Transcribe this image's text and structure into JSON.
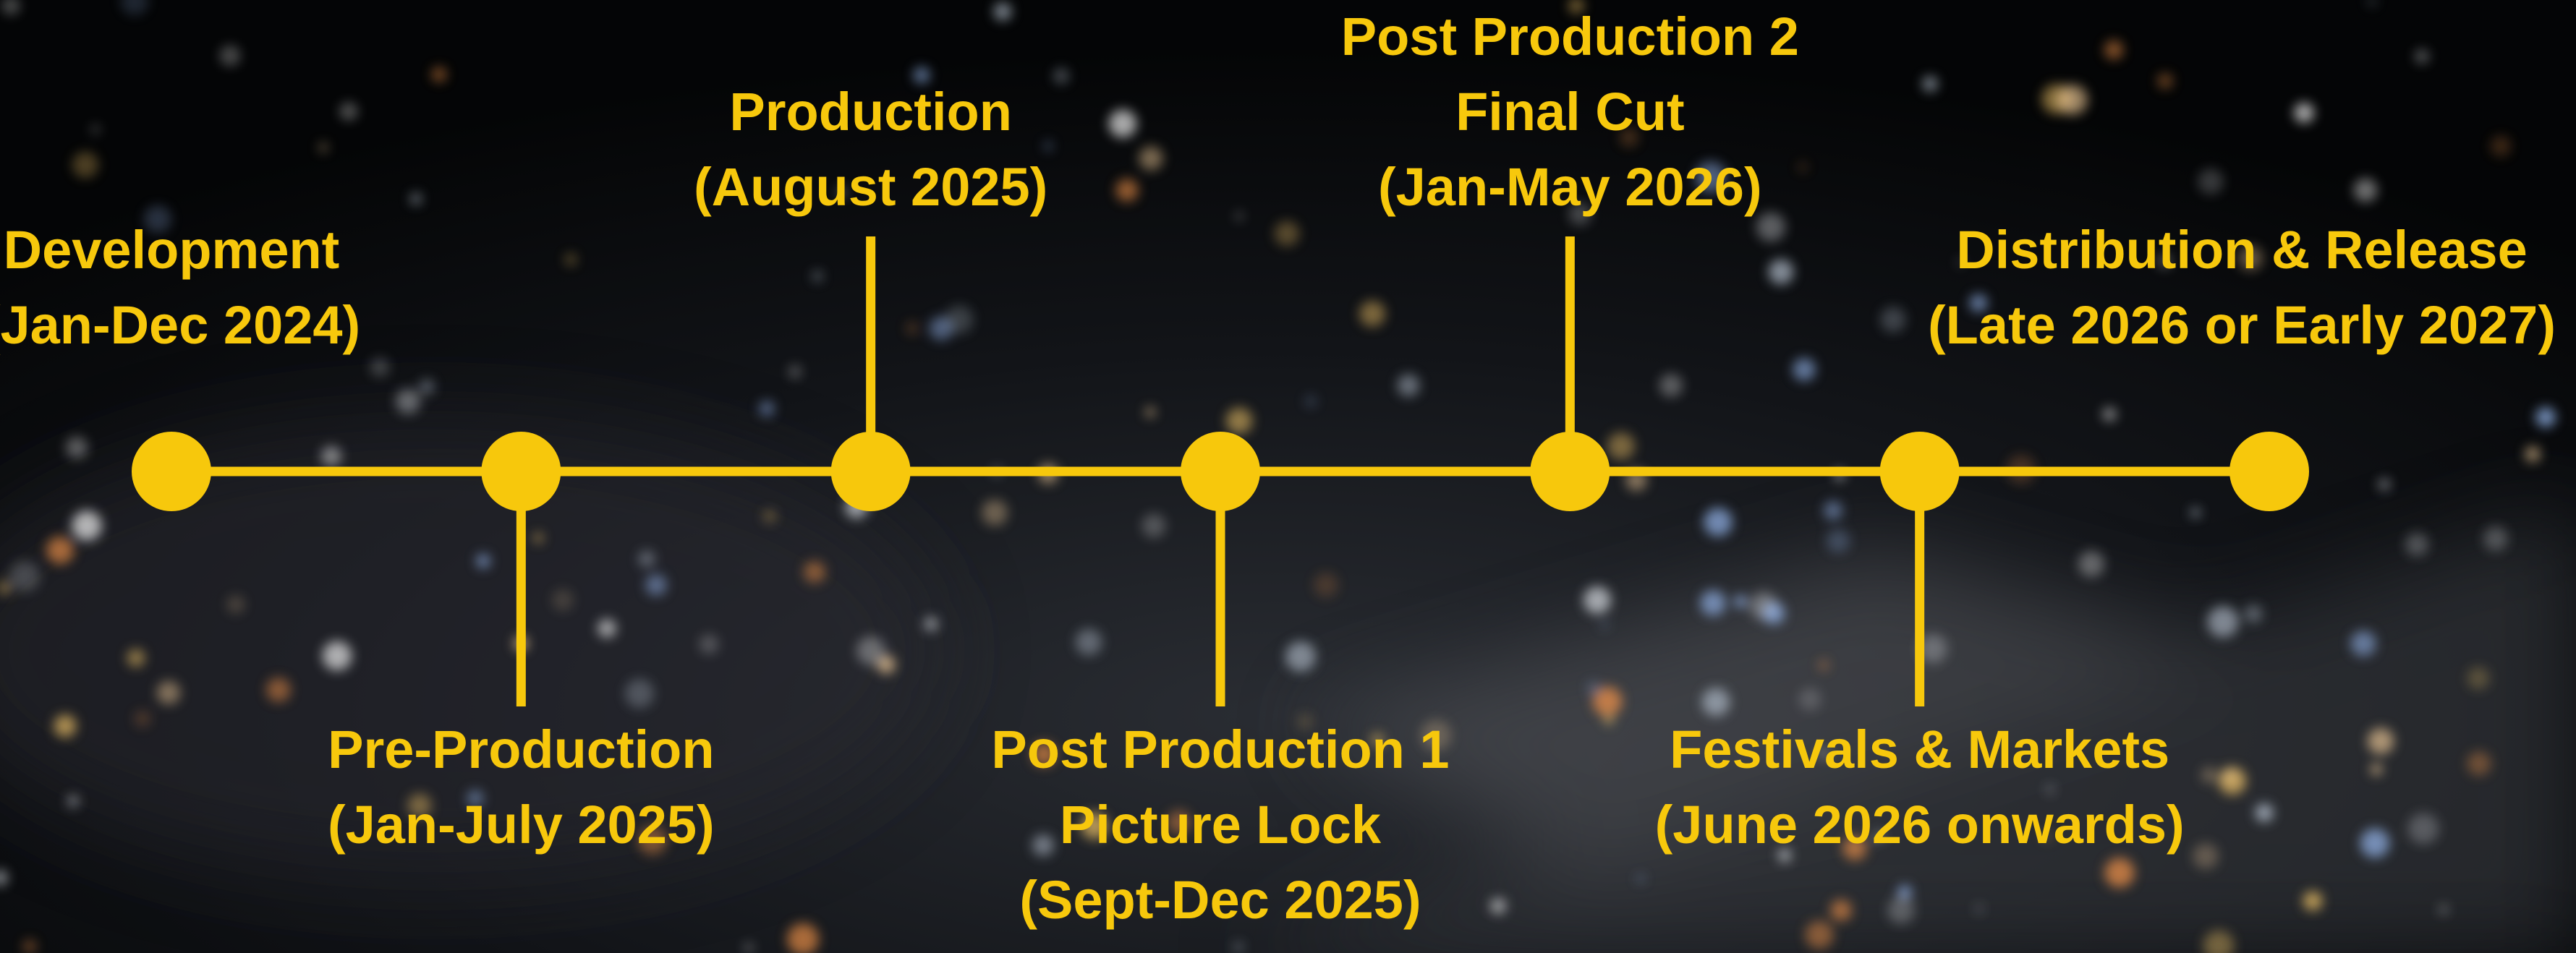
{
  "colors": {
    "accent": "#f7c80c",
    "background": "#050608"
  },
  "stages": [
    {
      "id": "development",
      "position": "above",
      "lines": [
        "Development",
        "(Jan-Dec 2024)"
      ]
    },
    {
      "id": "pre-production",
      "position": "below",
      "lines": [
        "Pre-Production",
        "(Jan-July 2025)"
      ]
    },
    {
      "id": "production",
      "position": "above",
      "lines": [
        "Production",
        "(August 2025)"
      ]
    },
    {
      "id": "post-production-1",
      "position": "below",
      "lines": [
        "Post Production 1",
        "Picture Lock",
        "(Sept-Dec 2025)"
      ]
    },
    {
      "id": "post-production-2",
      "position": "above",
      "lines": [
        "Post Production 2",
        "Final Cut",
        "(Jan-May 2026)"
      ]
    },
    {
      "id": "festivals-markets",
      "position": "below",
      "lines": [
        "Festivals & Markets",
        "(June 2026 onwards)"
      ]
    },
    {
      "id": "distribution-release",
      "position": "above",
      "lines": [
        "Distribution & Release",
        "(Late 2026 or Early 2027)"
      ]
    }
  ]
}
